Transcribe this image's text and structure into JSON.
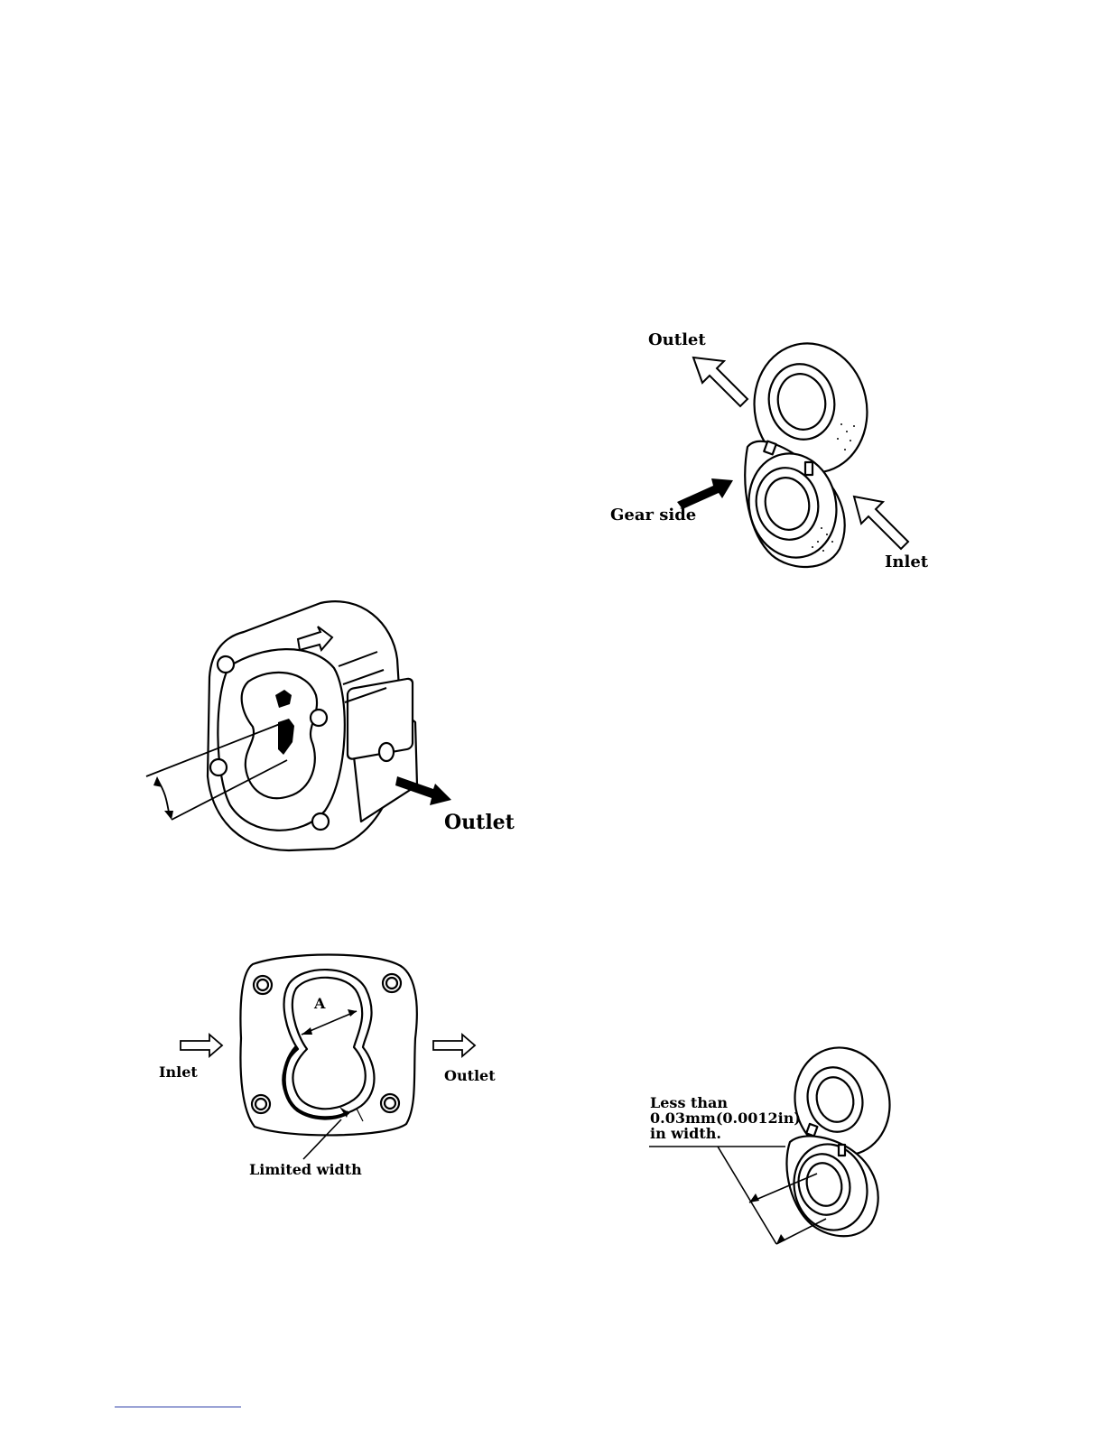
{
  "figures": {
    "side_plate_top": {
      "outlet_label": "Outlet",
      "gear_side_label": "Gear side",
      "inlet_label": "Inlet"
    },
    "pump_housing": {
      "outlet_label": "Outlet"
    },
    "housing_bore": {
      "inlet_label": "Inlet",
      "outlet_label": "Outlet",
      "dimension_label": "A",
      "limited_width_label": "Limited width"
    },
    "side_plate_wear": {
      "note_line1": "Less than",
      "note_line2": "0.03mm(0.0012in)",
      "note_line3": "in width."
    }
  }
}
